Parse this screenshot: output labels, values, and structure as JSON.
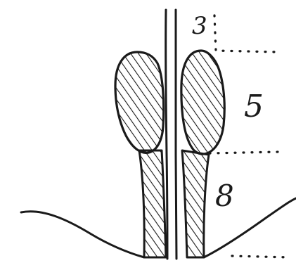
{
  "diagram": {
    "zone_labels": {
      "zone_3": "3",
      "zone_5": "5",
      "zone_8": "8"
    },
    "colors": {
      "ink": "#1a1a1a",
      "paper": "#ffffff"
    }
  }
}
